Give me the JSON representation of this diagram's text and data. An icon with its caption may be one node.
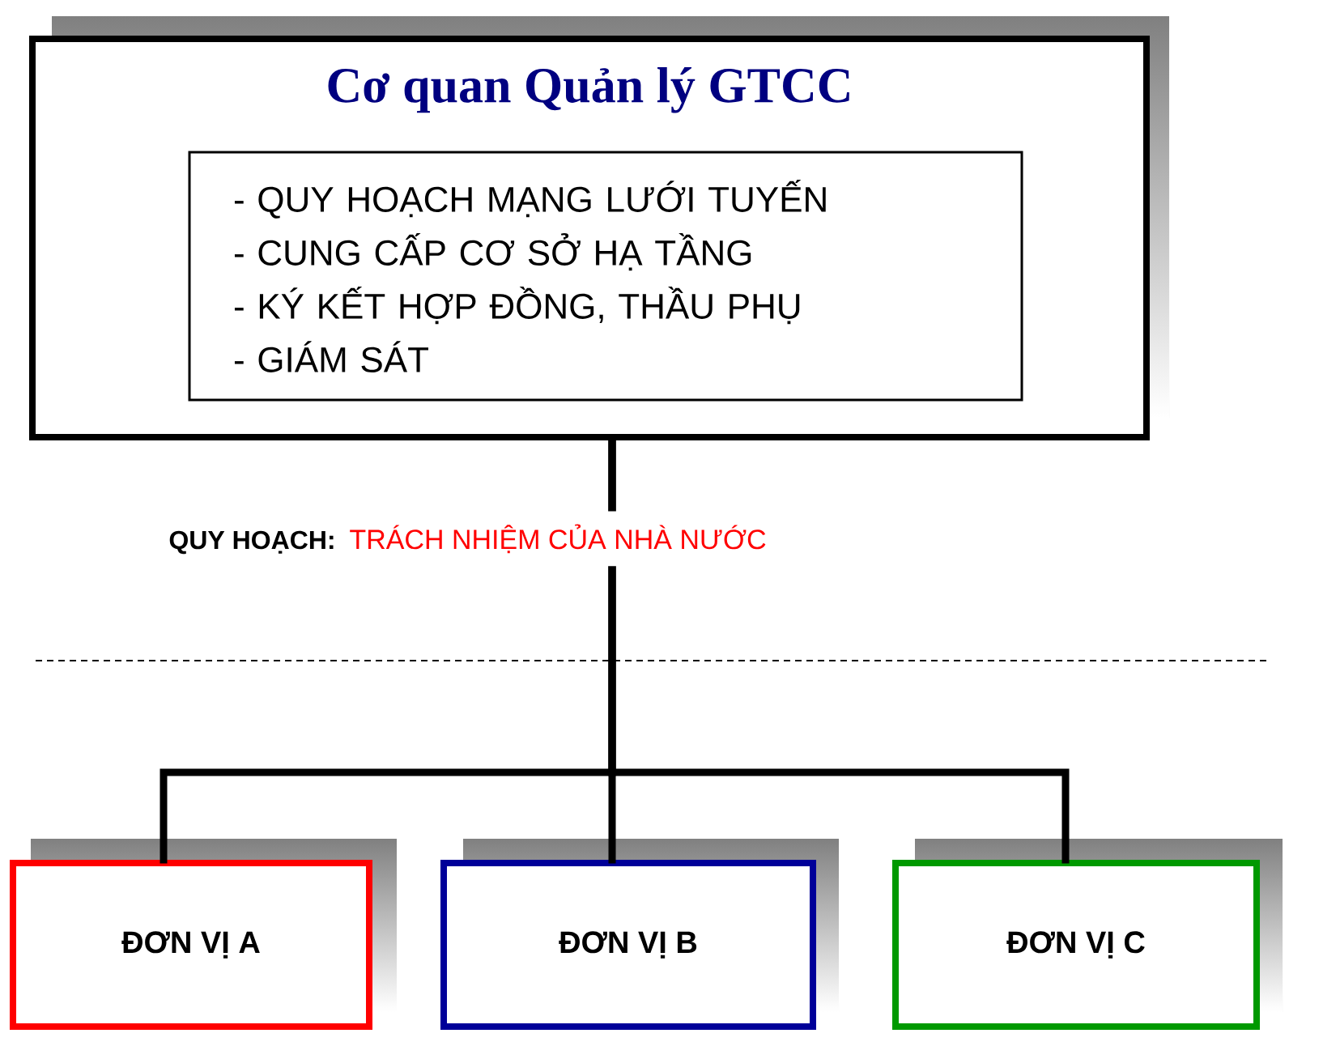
{
  "diagram": {
    "nodes": [
      {
        "text": [
          "Cơ quan Quản lý GTCC"
        ]
      },
      {
        "text": [
          "- QUY HOẠCH MẠNG LƯỚI TUYẾN",
          "- CUNG CẤP CƠ SỞ HẠ TẦNG",
          "- KÝ KẾT HỢP ĐỒNG, THẦU PHỤ",
          "- GIÁM SÁT"
        ],
        "in": 0
      },
      {
        "text": [
          "ĐƠN VỊ A"
        ]
      },
      {
        "text": [
          "ĐƠN VỊ B"
        ]
      },
      {
        "text": [
          "ĐƠN VỊ C"
        ]
      }
    ],
    "edges": [
      {
        "from": 0,
        "to": 2,
        "arrow": "none"
      },
      {
        "from": 0,
        "to": 3,
        "arrow": "none"
      },
      {
        "from": 0,
        "to": 4,
        "arrow": "none"
      }
    ],
    "labels": [
      "QUY HOẠCH:",
      "TRÁCH NHIỆM CỦA NHÀ NƯỚC"
    ]
  }
}
